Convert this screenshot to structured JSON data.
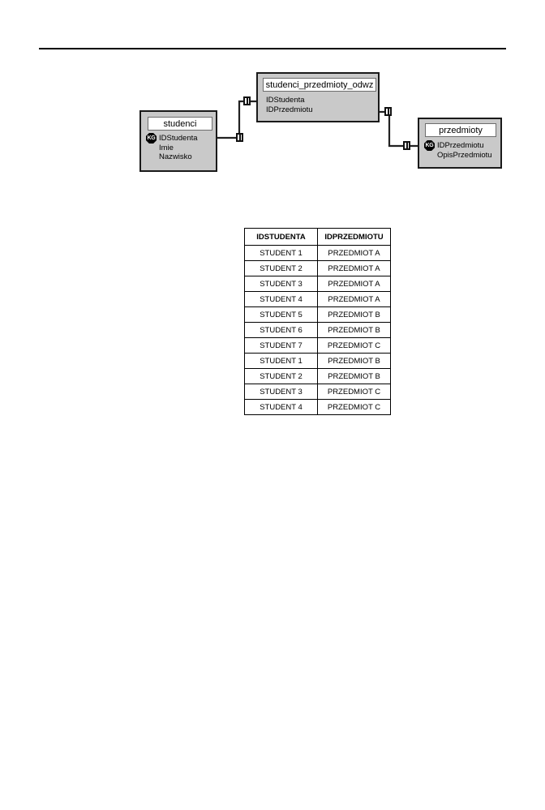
{
  "page": {
    "header_rule": true,
    "background": "#ffffff",
    "box_fill": "#c9c9c9",
    "box_border": "#1a1a1a"
  },
  "diagram": {
    "title_hidden": "",
    "entities": [
      {
        "id": "studenci",
        "name": "studenci",
        "fields": [
          {
            "label": "IDStudenta",
            "key": true,
            "key_badge": "KG"
          },
          {
            "label": "Imie",
            "key": false
          },
          {
            "label": "Nazwisko",
            "key": false
          }
        ]
      },
      {
        "id": "studenci_przedmioty_odwz",
        "name": "studenci_przedmioty_odwz",
        "fields": [
          {
            "label": "IDStudenta",
            "key": false
          },
          {
            "label": "IDPrzedmiotu",
            "key": false
          }
        ]
      },
      {
        "id": "przedmioty",
        "name": "przedmioty",
        "fields": [
          {
            "label": "IDPrzedmiotu",
            "key": true,
            "key_badge": "KG"
          },
          {
            "label": "OpisPrzedmiotu",
            "key": false
          }
        ]
      }
    ],
    "relationships": [
      {
        "id": "rel-studenci-odwz",
        "from": "studenci.IDStudenta",
        "to": "studenci_przedmioty_odwz.IDStudenta"
      },
      {
        "id": "rel-odwz-przedmioty",
        "from": "studenci_przedmioty_odwz.IDPrzedmiotu",
        "to": "przedmioty.IDPrzedmiotu"
      }
    ]
  },
  "data_table": {
    "headers": [
      "IDSTUDENTA",
      "IDPRZEDMIOTU"
    ],
    "rows": [
      [
        "STUDENT 1",
        "PRZEDMIOT A"
      ],
      [
        "STUDENT 2",
        "PRZEDMIOT A"
      ],
      [
        "STUDENT 3",
        "PRZEDMIOT A"
      ],
      [
        "STUDENT 4",
        "PRZEDMIOT A"
      ],
      [
        "STUDENT 5",
        "PRZEDMIOT B"
      ],
      [
        "STUDENT 6",
        "PRZEDMIOT B"
      ],
      [
        "STUDENT 7",
        "PRZEDMIOT C"
      ],
      [
        "STUDENT 1",
        "PRZEDMIOT B"
      ],
      [
        "STUDENT 2",
        "PRZEDMIOT B"
      ],
      [
        "STUDENT 3",
        "PRZEDMIOT C"
      ],
      [
        "STUDENT 4",
        "PRZEDMIOT C"
      ]
    ]
  }
}
